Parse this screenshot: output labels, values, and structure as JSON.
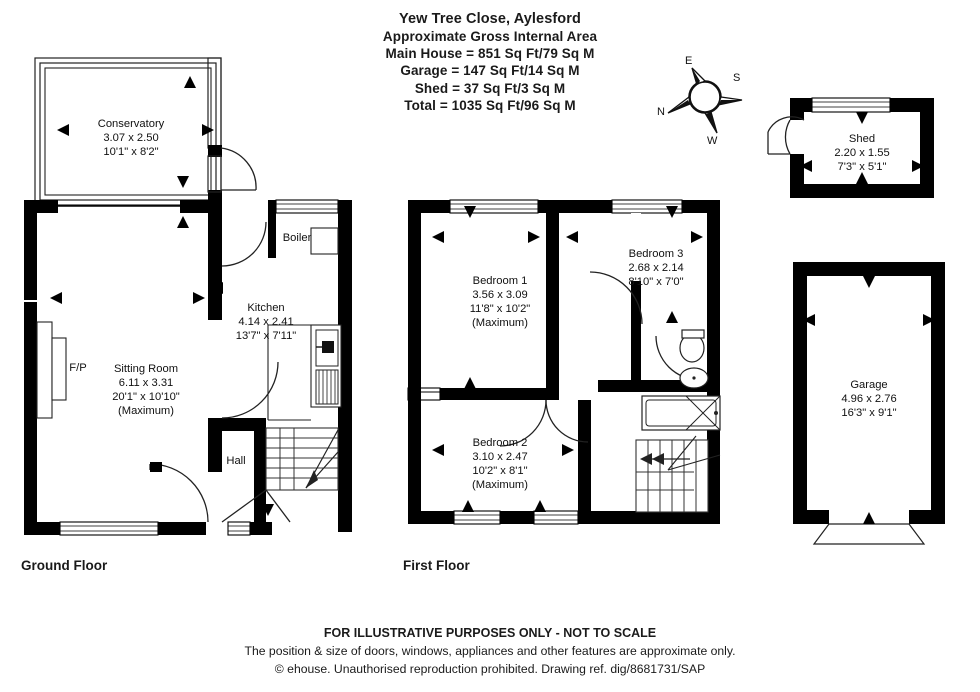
{
  "title": {
    "address": "Yew Tree Close, Aylesford",
    "subtitle": "Approximate Gross Internal Area",
    "main_house": "Main House = 851 Sq Ft/79 Sq M",
    "garage": "Garage = 147 Sq Ft/14 Sq M",
    "shed": "Shed = 37 Sq Ft/3 Sq M",
    "total": "Total = 1035 Sq Ft/96 Sq M"
  },
  "compass": {
    "north": "N",
    "east": "E",
    "south": "S",
    "west": "W"
  },
  "floors": {
    "ground_label": "Ground Floor",
    "first_label": "First Floor"
  },
  "ground_floor": {
    "rooms": [
      {
        "name": "Conservatory",
        "metric": "3.07 x 2.50",
        "imperial": "10'1\" x 8'2\"",
        "note": ""
      },
      {
        "name": "Sitting Room",
        "metric": "6.11 x 3.31",
        "imperial": "20'1\" x 10'10\"",
        "note": "(Maximum)"
      },
      {
        "name": "Kitchen",
        "metric": "4.14 x 2.41",
        "imperial": "13'7\" x 7'11\"",
        "note": ""
      }
    ],
    "features": [
      {
        "name": "Boiler",
        "label": "Boiler"
      },
      {
        "name": "Hall",
        "label": "Hall"
      },
      {
        "name": "Fireplace",
        "label": "F/P"
      }
    ]
  },
  "first_floor": {
    "rooms": [
      {
        "name": "Bedroom 1",
        "metric": "3.56 x 3.09",
        "imperial": "11'8\" x 10'2\"",
        "note": "(Maximum)"
      },
      {
        "name": "Bedroom 3",
        "metric": "2.68 x 2.14",
        "imperial": "8'10\" x 7'0\"",
        "note": ""
      },
      {
        "name": "Bedroom 2",
        "metric": "3.10 x 2.47",
        "imperial": "10'2\" x 8'1\"",
        "note": "(Maximum)"
      }
    ]
  },
  "outbuildings": {
    "shed": {
      "name": "Shed",
      "metric": "2.20 x 1.55",
      "imperial": "7'3\" x 5'1\""
    },
    "garage": {
      "name": "Garage",
      "metric": "4.96 x 2.76",
      "imperial": "16'3\" x 9'1\""
    }
  },
  "footer": {
    "line1": "FOR ILLUSTRATIVE PURPOSES ONLY - NOT TO SCALE",
    "line2": "The position & size of doors, windows, appliances and other features are approximate only.",
    "line3": "© ehouse. Unauthorised reproduction prohibited. Drawing ref. dig/8681731/SAP"
  },
  "colors": {
    "wall": "#000000",
    "background": "#ffffff",
    "text": "#1a1a1a",
    "thin_line": "#333333"
  }
}
